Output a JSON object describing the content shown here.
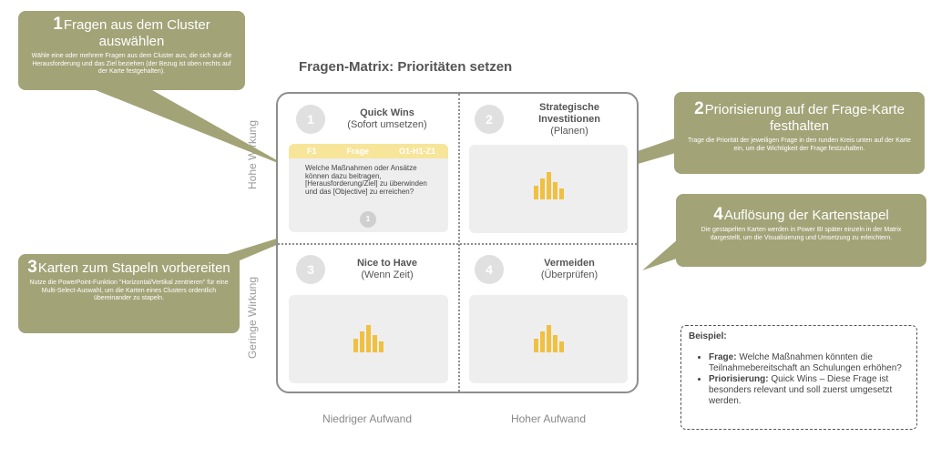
{
  "matrix": {
    "title": "Fragen-Matrix: Prioritäten setzen",
    "quadrants": [
      {
        "number": "1",
        "title": "Quick Wins",
        "subtitle": "(Sofort umsetzen)"
      },
      {
        "number": "2",
        "title": "Strategische Investitionen",
        "subtitle": "(Planen)"
      },
      {
        "number": "3",
        "title": "Nice to Have",
        "subtitle": "(Wenn Zeit)"
      },
      {
        "number": "4",
        "title": "Vermeiden",
        "subtitle": "(Überprüfen)"
      }
    ],
    "axis_y_top": "Hohe Wirkung",
    "axis_y_bottom": "Geringe Wirkung",
    "axis_x_left": "Niedriger Aufwand",
    "axis_x_right": "Hoher Aufwand",
    "card": {
      "id_left": "F1",
      "label": "Frage",
      "id_right": "O1-H1-Z1",
      "text": "Welche Maßnahmen oder Ansätze können dazu beitragen, [Herausforderung/Ziel] zu überwinden und das [Objective] zu erreichen?",
      "priority": "1"
    }
  },
  "callouts": [
    {
      "number": "1",
      "title": "Fragen aus dem Cluster auswählen",
      "description": "Wähle eine oder mehrere Fragen aus dem Cluster aus, die sich auf die Herausforderung und das Ziel beziehen (der Bezug ist oben rechts auf der Karte festgehalten)."
    },
    {
      "number": "2",
      "title": "Priorisierung auf der Frage-Karte festhalten",
      "description": "Trage die Priorität der jeweiligen Frage in den runden Kreis unten auf der Karte ein, um die Wichtigkeit der Frage festzuhalten."
    },
    {
      "number": "3",
      "title": "Karten zum Stapeln vorbereiten",
      "description": "Nutze die PowerPoint-Funktion \"Horizontal/Vertikal zentrieren\" für eine Multi-Select-Auswahl, um die Karten eines Clusters ordentlich übereinander zu stapeln."
    },
    {
      "number": "4",
      "title": "Auflösung der Kartenstapel",
      "description": "Die gestapelten Karten werden in Power BI später einzeln in der Matrix dargestellt, um die Visualisierung und Umsetzung zu erleichtern."
    }
  ],
  "example": {
    "title": "Beispiel:",
    "items": [
      {
        "label": "Frage:",
        "text": "Welche Maßnahmen könnten die Teilnahmebereitschaft an Schulungen erhöhen?"
      },
      {
        "label": "Priorisierung:",
        "text": "Quick Wins – Diese Frage ist besonders relevant und soll zuerst umgesetzt werden."
      }
    ]
  },
  "colors": {
    "callout": "#a3a378",
    "matrix_border": "#8e8e8e",
    "bar": "#f0c040",
    "card_header": "#f7e59a",
    "placeholder": "#eeeeee"
  }
}
